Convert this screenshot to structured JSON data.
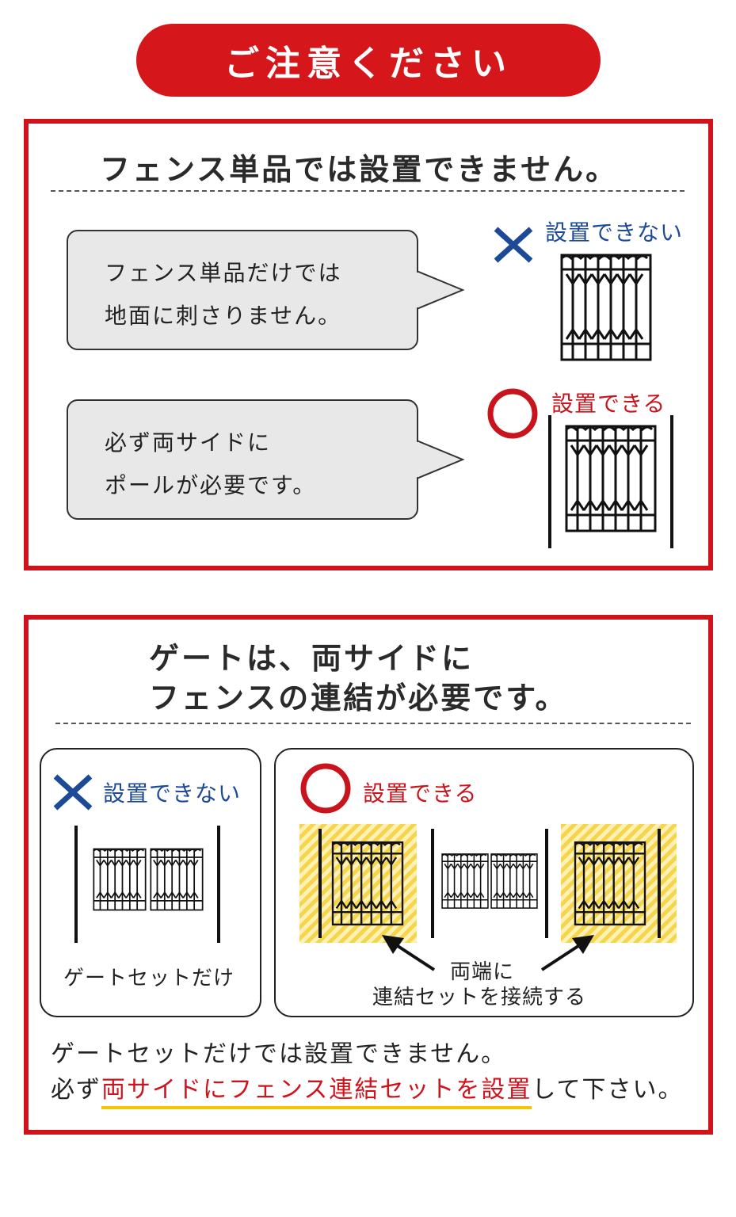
{
  "title": "ご注意ください",
  "section1": {
    "heading": "フェンス単品では設置できません。",
    "bubbles": [
      {
        "line1": "フェンス単品だけでは",
        "line2": "地面に刺さりません。"
      },
      {
        "line1": "必ず両サイドに",
        "line2": "ポールが必要です。"
      }
    ],
    "ng_label": "設置できない",
    "ok_label": "設置できる"
  },
  "section2": {
    "heading_line1": "ゲートは、両サイドに",
    "heading_line2": "フェンスの連結が必要です。",
    "ng_label": "設置できない",
    "ok_label": "設置できる",
    "ng_caption": "ゲートセットだけ",
    "arrow_caption_line1": "両端に",
    "arrow_caption_line2": "連結セットを接続する",
    "note_line1": "ゲートセットだけでは設置できません。",
    "note_line2_pre": "必ず",
    "note_line2_highlight": "両サイドにフェンス連結セットを設置",
    "note_line2_post": "して下さい。"
  },
  "colors": {
    "accent_red": "#d0121b",
    "ng_blue": "#1d4a96",
    "highlight_yellow": "#f4c400"
  }
}
